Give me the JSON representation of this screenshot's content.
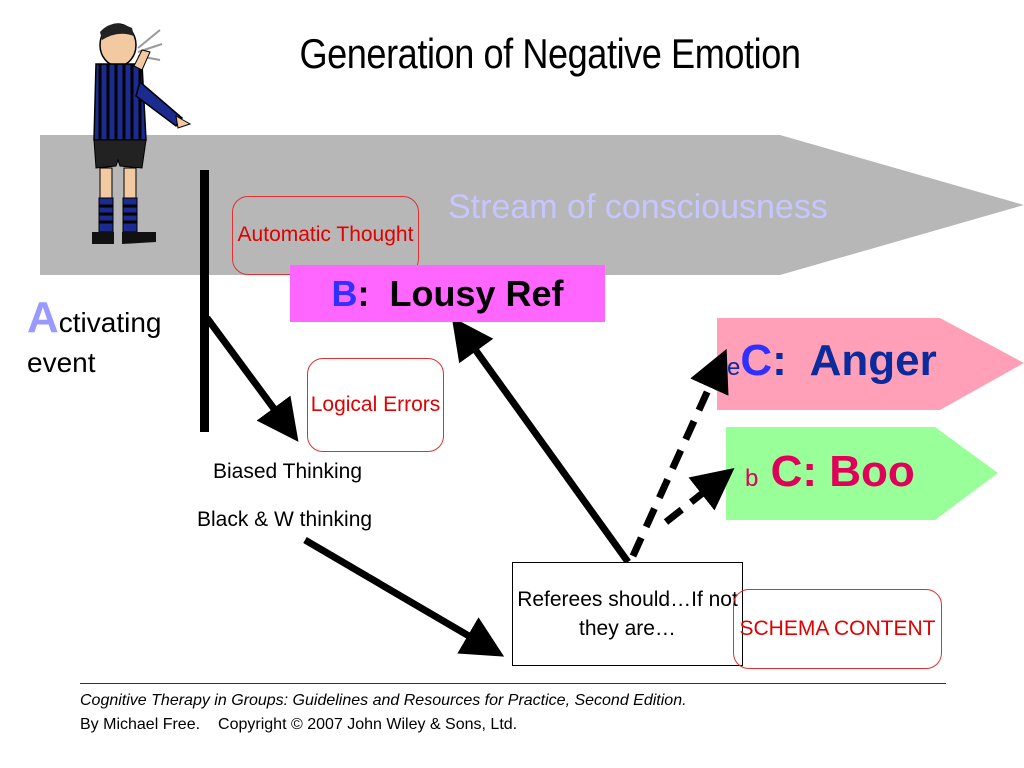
{
  "title": "Generation of Negative Emotion",
  "stream_label": "Stream of consciousness",
  "automatic_thought": "Automatic Thought",
  "belief": {
    "letter": "B",
    "text": ":  Lousy Ref"
  },
  "activating": {
    "big_letter": "A",
    "rest": "ctivating",
    "line2": "event"
  },
  "logical_errors": "Logical Errors",
  "biased_thinking": "Biased Thinking",
  "black_white": "Black & W thinking",
  "referees": "Referees should…If not they are…",
  "schema": "SCHEMA CONTENT",
  "emotional": {
    "prefix": "e",
    "letter": "C",
    "text": ":  Anger"
  },
  "behavioural": {
    "prefix": "b",
    "text": "C: Boo"
  },
  "footer": {
    "line1": "Cognitive Therapy in Groups: Guidelines and Resources for Practice, Second Edition.",
    "author": "By Michael Free.",
    "copyright": "Copyright © 2007 John Wiley & Sons, Ltd."
  },
  "colors": {
    "stream": "#b7b7b7",
    "stream_text": "#c6c6ff",
    "belief_fill": "#ff66ff",
    "anger_fill": "#ffa0b8",
    "boo_fill": "#99ff99",
    "red_box": "#e03030"
  },
  "icons": [
    "referee-whistle-figure"
  ]
}
